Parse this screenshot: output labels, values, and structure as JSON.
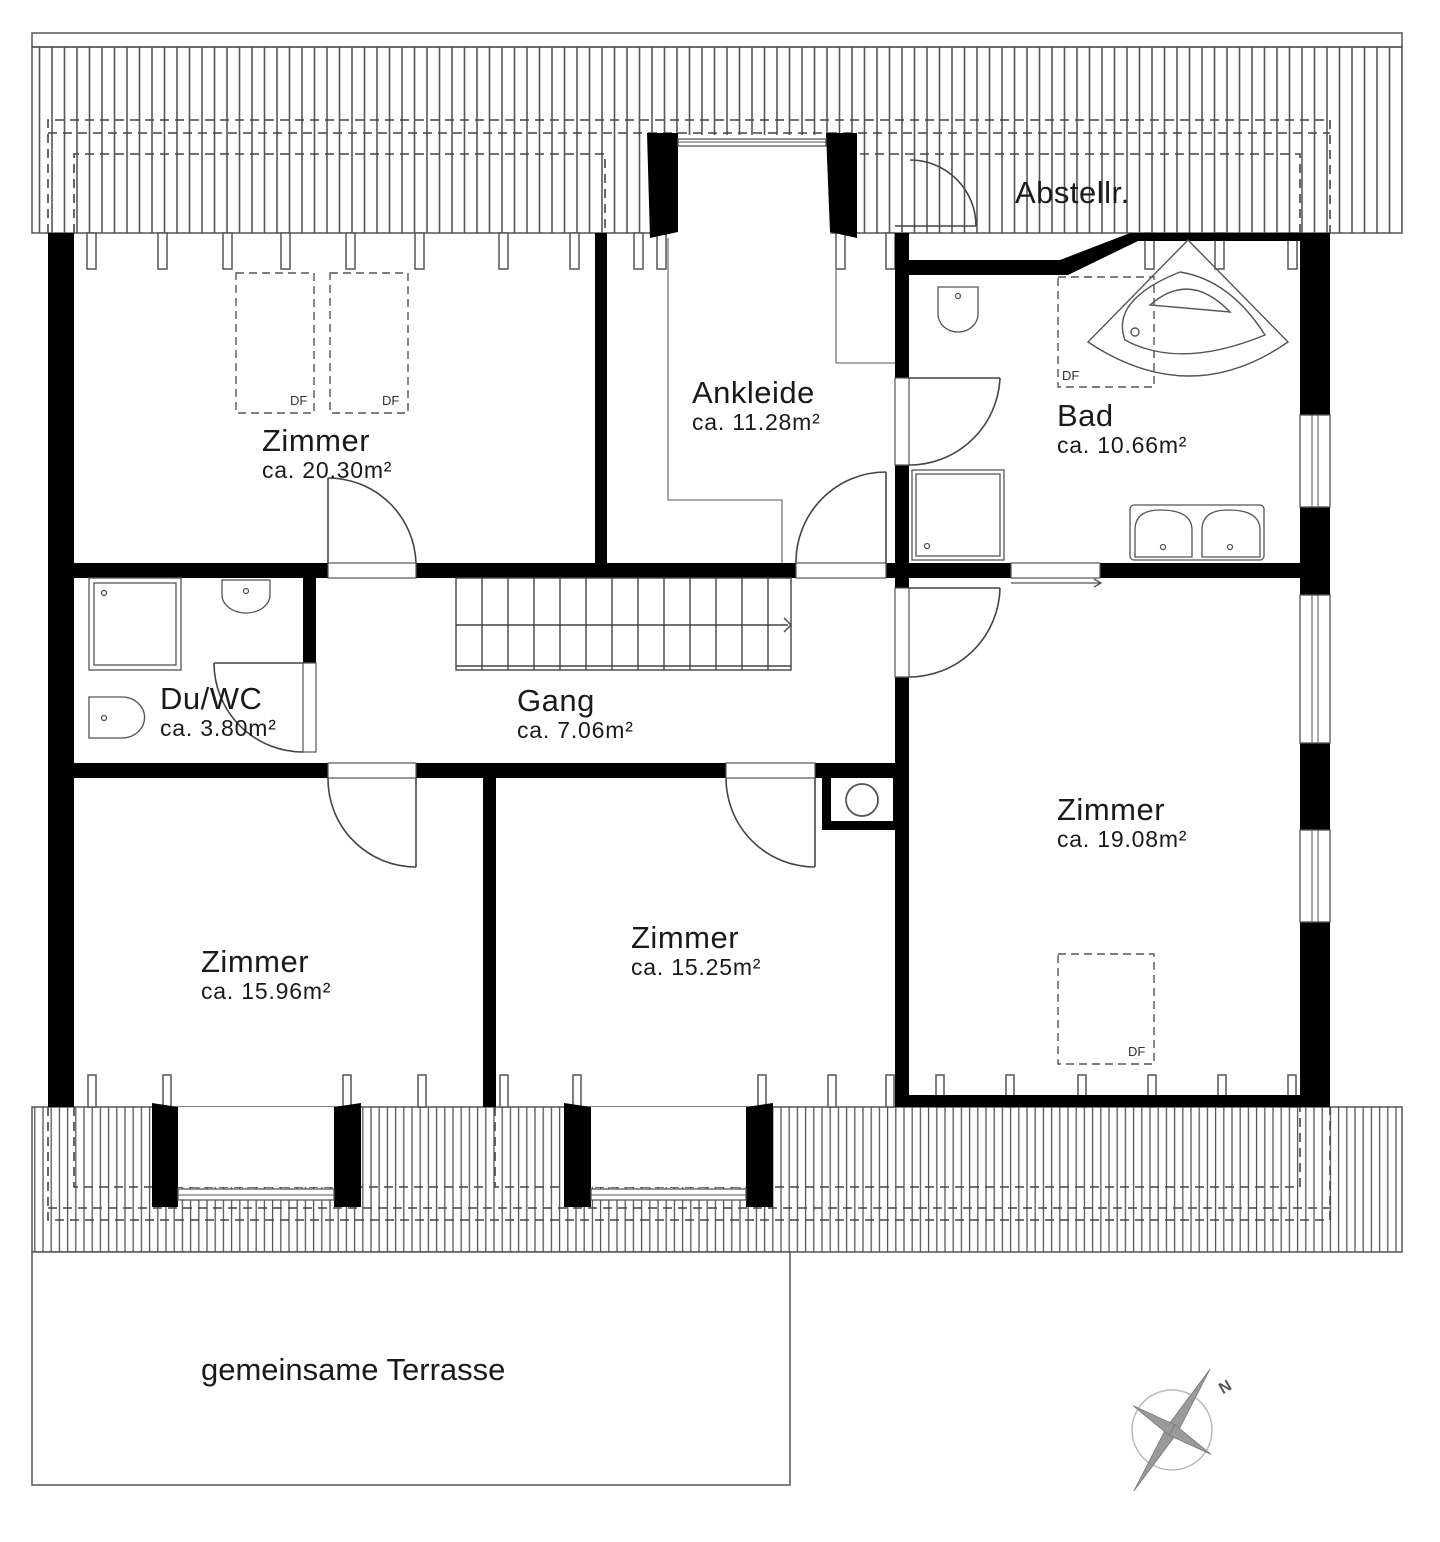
{
  "plan": {
    "type": "attic floor plan",
    "north_label": "N",
    "colors": {
      "wall": "#000000",
      "line": "#555555",
      "compass_fill": "#9a9a9a",
      "background": "#ffffff"
    }
  },
  "rooms": [
    {
      "id": "zimmer-nw",
      "name": "Zimmer",
      "area": "ca. 20.30m²"
    },
    {
      "id": "ankleide",
      "name": "Ankleide",
      "area": "ca. 11.28m²"
    },
    {
      "id": "bad",
      "name": "Bad",
      "area": "ca. 10.66m²"
    },
    {
      "id": "du-wc",
      "name": "Du/WC",
      "area": "ca. 3.80m²"
    },
    {
      "id": "gang",
      "name": "Gang",
      "area": "ca. 7.06m²"
    },
    {
      "id": "zimmer-e",
      "name": "Zimmer",
      "area": "ca. 19.08m²"
    },
    {
      "id": "zimmer-sw",
      "name": "Zimmer",
      "area": "ca. 15.96m²"
    },
    {
      "id": "zimmer-s",
      "name": "Zimmer",
      "area": "ca. 15.25m²"
    }
  ],
  "other_labels": {
    "storage": "Abstellr.",
    "terrace": "gemeinsame Terrasse",
    "skylight": "DF"
  }
}
